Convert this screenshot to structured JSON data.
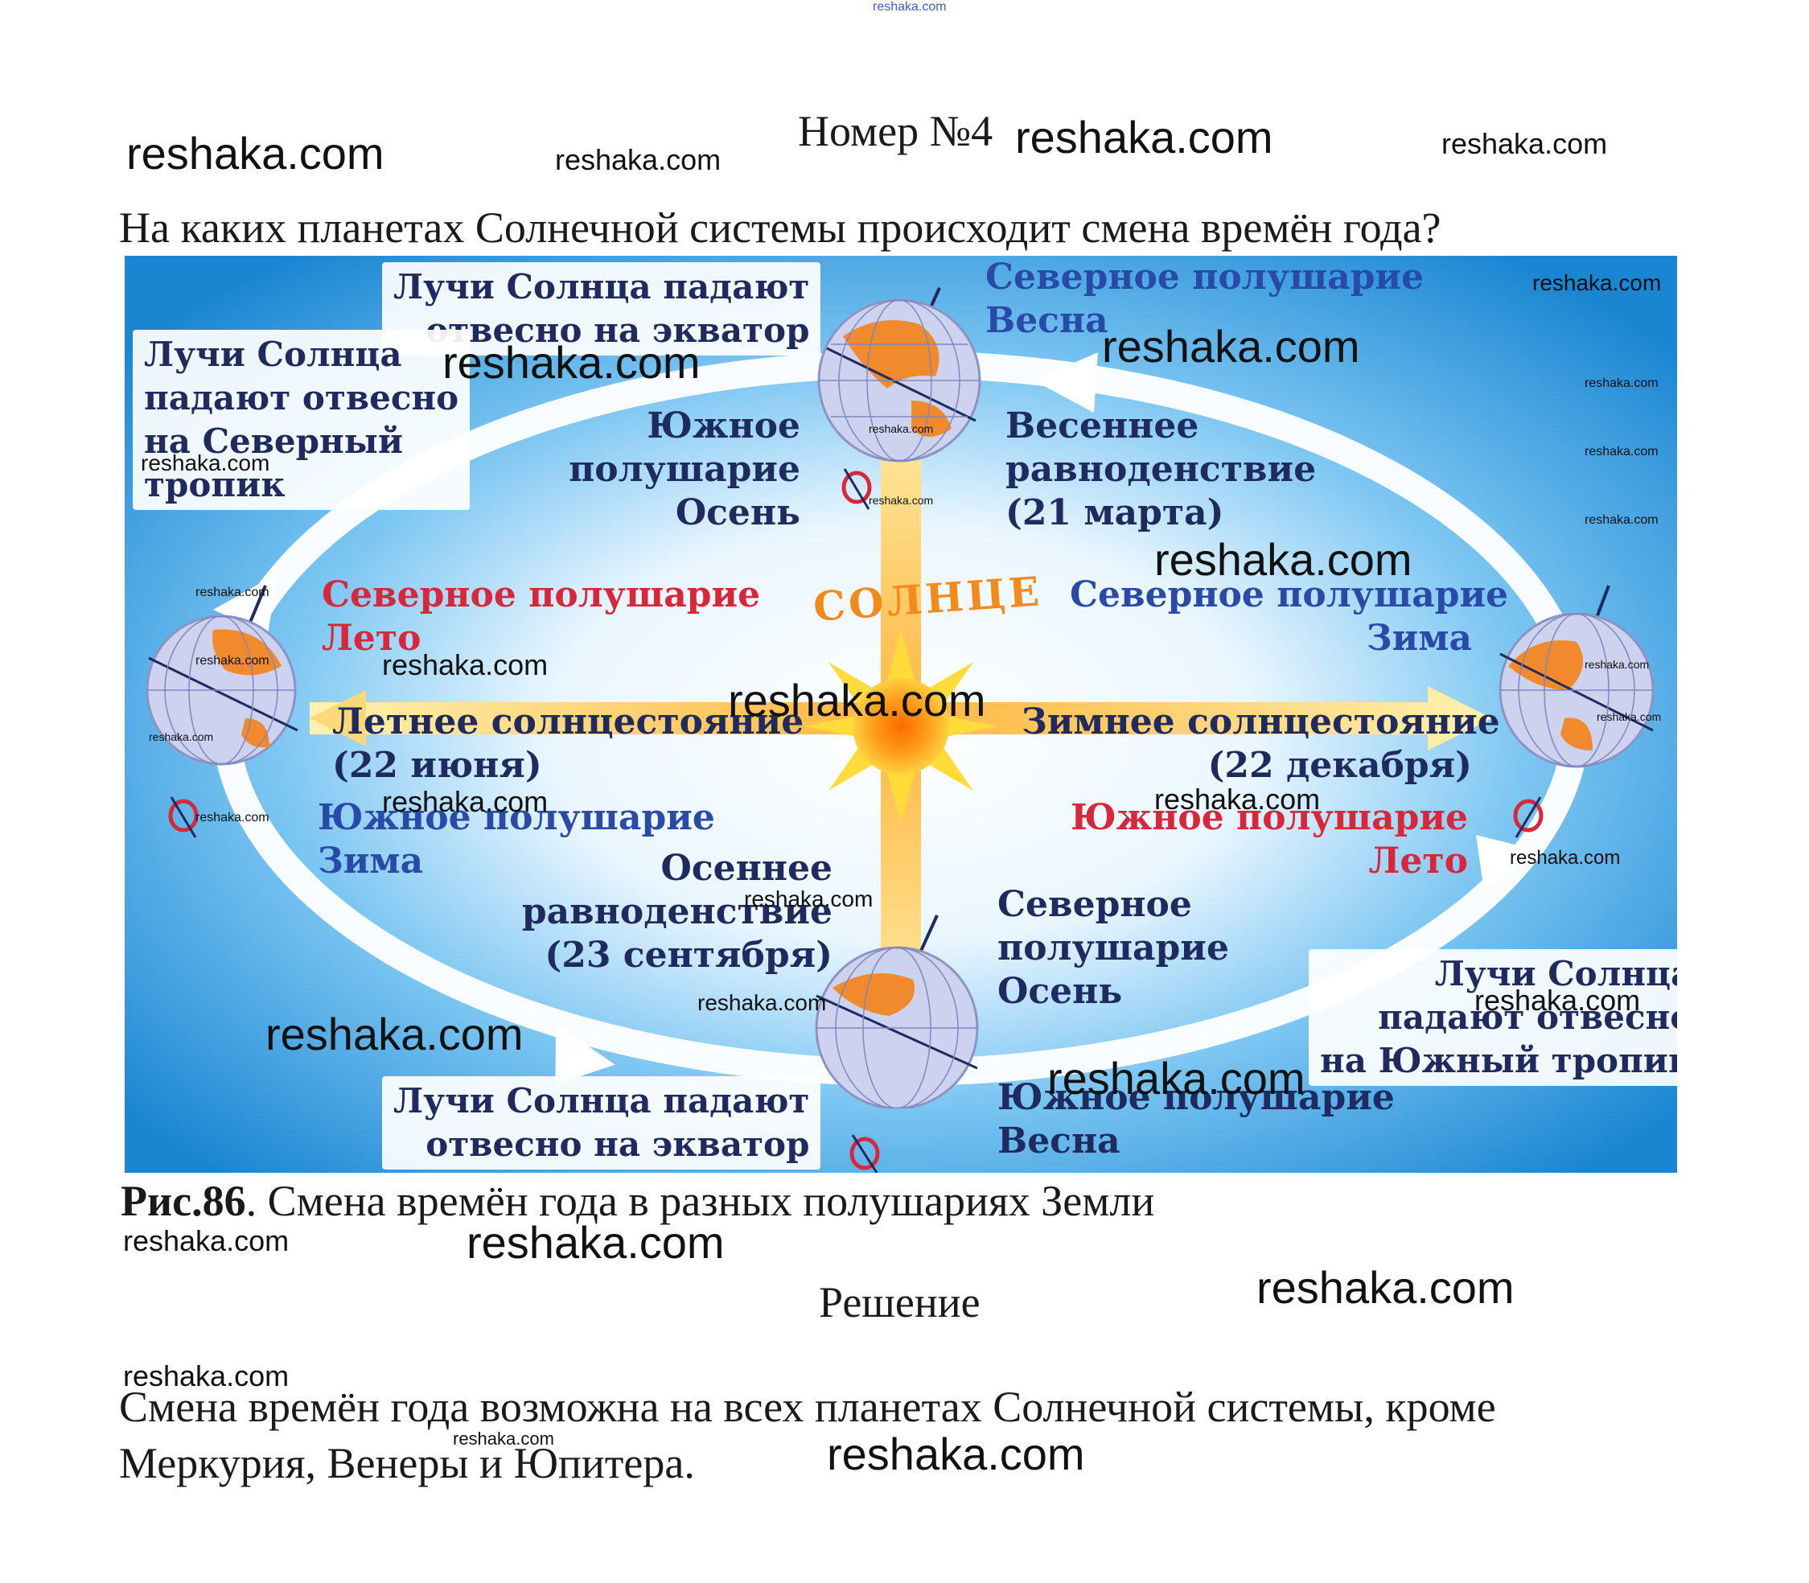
{
  "page": {
    "top_watermark": "reshaka.com",
    "number_title": "Номер №4",
    "question": "На каких планетах Солнечной системы происходит смена времён года?",
    "caption_bold": "Рис.86",
    "caption_rest": ". Смена времён года в разных полушариях Земли",
    "solution_heading": "Решение",
    "answer_line1": "Смена времён года возможна на всех планетах Солнечной системы, кроме",
    "answer_line2": "Меркурия, Венеры и Юпитера."
  },
  "watermark": "reshaka.com",
  "figure": {
    "sun_label": "СОЛНЦЕ",
    "top_box": [
      "Лучи Солнца падают",
      "отвесно на экватор"
    ],
    "left_box": [
      "Лучи Солнца",
      "падают отвесно",
      "на Северный",
      "тропик"
    ],
    "right_box": [
      "Лучи Солнца",
      "падают отвесно",
      "на Южный тропик"
    ],
    "bottom_box": [
      "Лучи Солнца падают",
      "отвесно на экватор"
    ],
    "spring_north": [
      "Северное полушарие",
      "Весна"
    ],
    "spring_south": [
      "Южное",
      "полушарие",
      "Осень"
    ],
    "spring_equinox": [
      "Весеннее",
      "равноденствие",
      "(21 марта)"
    ],
    "summer_north": [
      "Северное полушарие",
      "Лето"
    ],
    "summer_solstice": [
      "Летнее солнцестояние",
      "(22 июня)"
    ],
    "summer_south": [
      "Южное полушарие",
      "Зима"
    ],
    "winter_north": [
      "Северное полушарие",
      "Зима"
    ],
    "winter_solstice": [
      "Зимнее солнцестояние",
      "(22 декабря)"
    ],
    "winter_south": [
      "Южное полушарие",
      "Лето"
    ],
    "autumn_equinox": [
      "Осеннее",
      "равноденствие",
      "(23 сентября)"
    ],
    "autumn_north": [
      "Северное",
      "полушарие",
      "Осень"
    ],
    "autumn_south": [
      "Южное полушарие",
      "Весна"
    ],
    "colors": {
      "sky": "#1e90d8",
      "orbit": "#ffffff",
      "sun": "#ff8c1a",
      "rays": "#ffc94d",
      "ocean": "#c9cde8",
      "land": "#f08a2c"
    }
  }
}
